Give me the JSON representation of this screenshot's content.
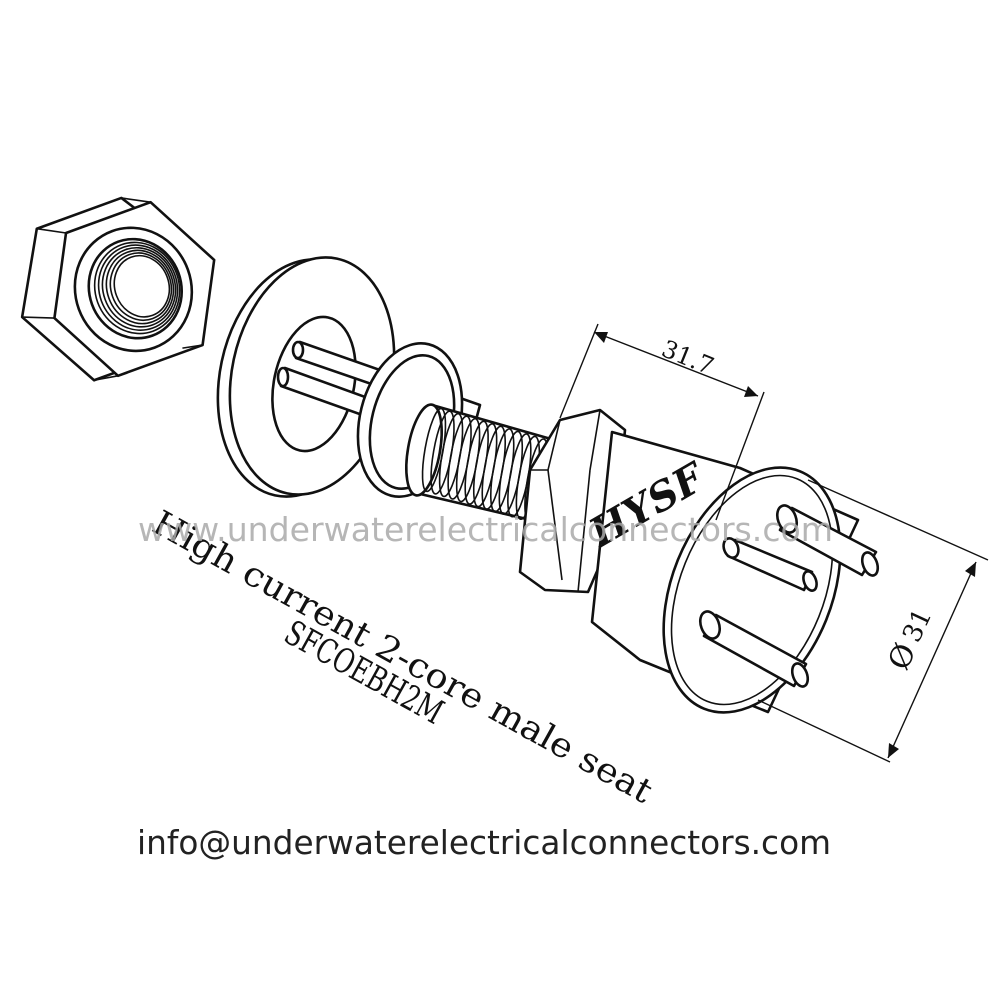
{
  "watermark": "www.underwaterelectricalconnectors.com",
  "brand_logo": "HYSF",
  "dimensions": {
    "length": "31.7",
    "diameter": "31",
    "diameter_symbol": "Ø"
  },
  "caption": {
    "line1": "High current 2-core male seat",
    "line2": "SFCOEBH2M"
  },
  "contact_email": "info@underwaterelectricalconnectors.com",
  "colors": {
    "line": "#111111",
    "watermark": "#aaaaaa",
    "background": "#ffffff"
  }
}
